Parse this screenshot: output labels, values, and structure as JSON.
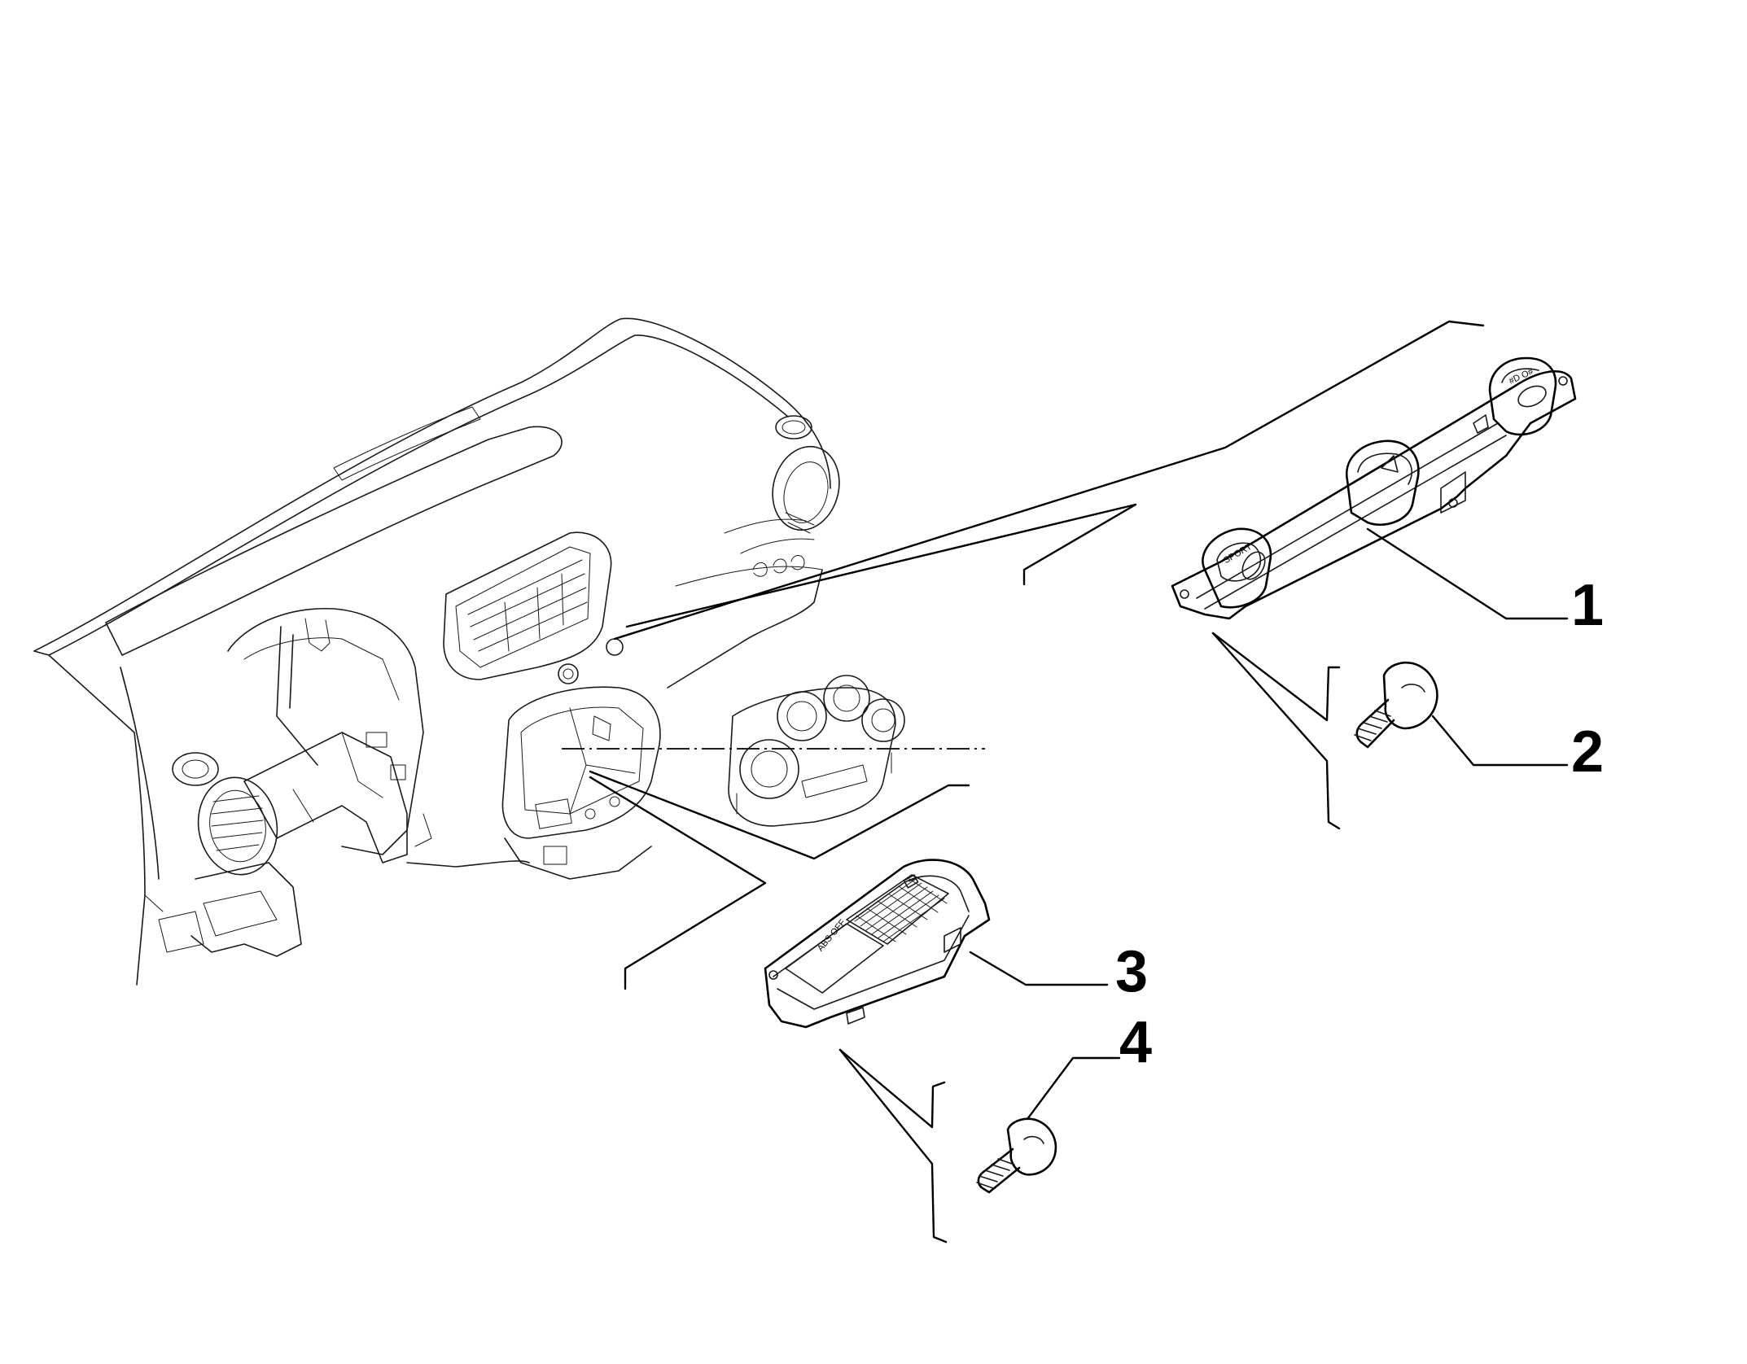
{
  "callouts": {
    "c1": "1",
    "c2": "2",
    "c3": "3",
    "c4": "4"
  },
  "switch_labels": {
    "sport": "SPORT",
    "fog": "#D O#",
    "abs": "ABS OFF"
  },
  "colors": {
    "line": "#1a1a1a",
    "background": "#ffffff"
  }
}
